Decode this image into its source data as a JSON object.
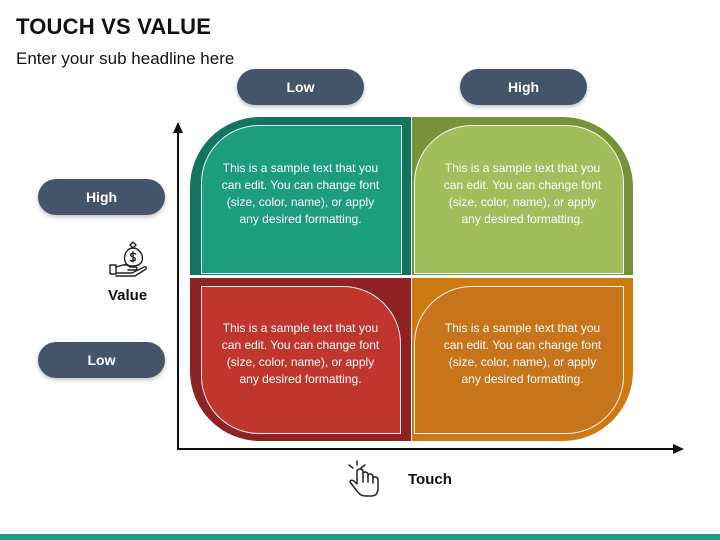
{
  "title": "TOUCH VS VALUE",
  "subtitle": "Enter your sub headline here",
  "columns": {
    "low": "Low",
    "high": "High"
  },
  "rows": {
    "high": "High",
    "low": "Low"
  },
  "axes": {
    "y_label": "Value",
    "x_label": "Touch"
  },
  "quadrants": {
    "top_left": {
      "text": "This is a sample text that you can edit. You can change font (size, color, name), or apply any desired formatting.",
      "color": "#1c9d7d"
    },
    "top_right": {
      "text": "This is a sample text that you can edit. You can change font (size, color, name), or apply any desired formatting.",
      "color": "#a0be5c"
    },
    "bottom_left": {
      "text": "This is a sample text that you can edit. You can change font (size, color, name), or apply any desired formatting.",
      "color": "#c0362e"
    },
    "bottom_right": {
      "text": "This is a sample text that you can edit. You can change font (size, color, name), or apply any desired formatting.",
      "color": "#c8741a"
    }
  },
  "icons": {
    "value": "money-bag-hand-icon",
    "touch": "pointer-hand-icon"
  },
  "colors": {
    "pill": "#44546a",
    "accent_bar": "#1f9e84"
  }
}
